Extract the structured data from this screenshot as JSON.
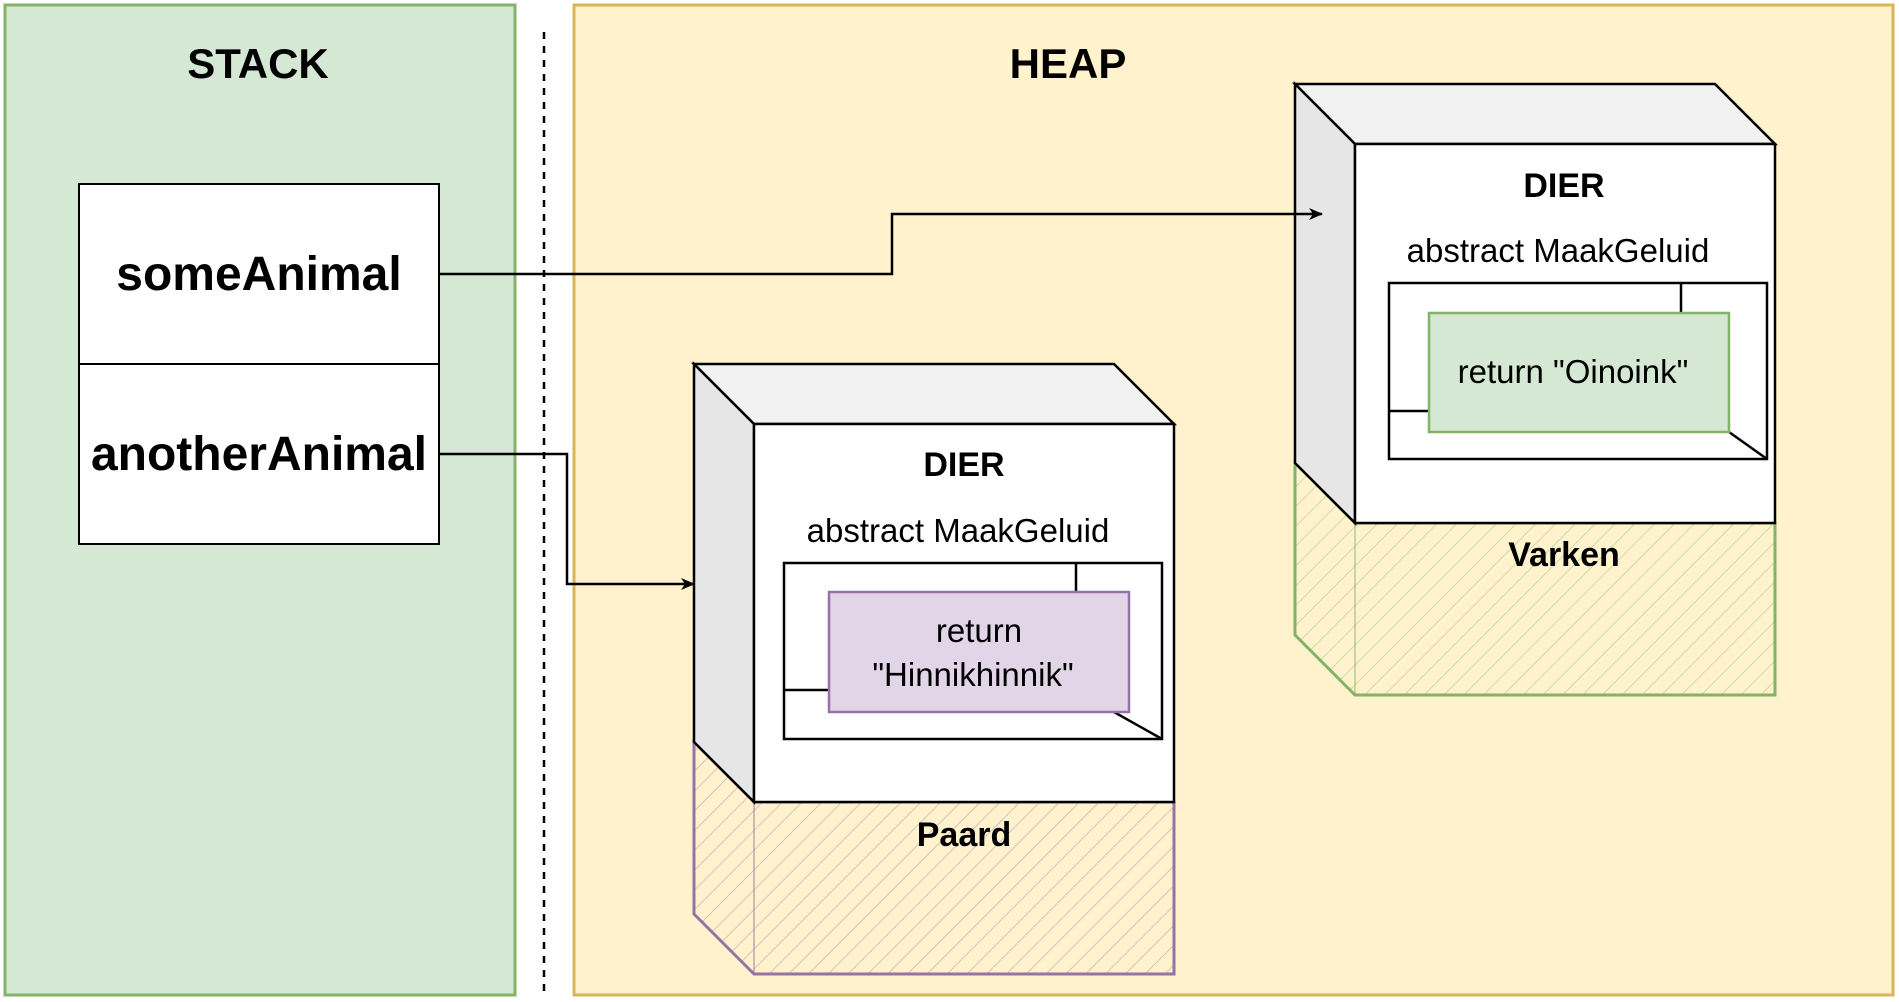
{
  "stack": {
    "title": "STACK",
    "variables": [
      "someAnimal",
      "anotherAnimal"
    ]
  },
  "heap": {
    "title": "HEAP",
    "objects": [
      {
        "base_class": "DIER",
        "method": "abstract MaakGeluid",
        "override_lines": [
          "return",
          "\"Hinnikhinnik\""
        ],
        "type_label": "Paard",
        "color": "#9673a6",
        "override_fill": "#e1d5e7"
      },
      {
        "base_class": "DIER",
        "method": "abstract MaakGeluid",
        "override_lines": [
          "return \"Oinoink\""
        ],
        "type_label": "Varken",
        "color": "#82b366",
        "override_fill": "#d5e8d4"
      }
    ]
  },
  "colors": {
    "stack_fill": "#d5e8d4",
    "stack_stroke": "#82b366",
    "heap_fill": "#fff2cc",
    "heap_stroke": "#d6b656"
  }
}
